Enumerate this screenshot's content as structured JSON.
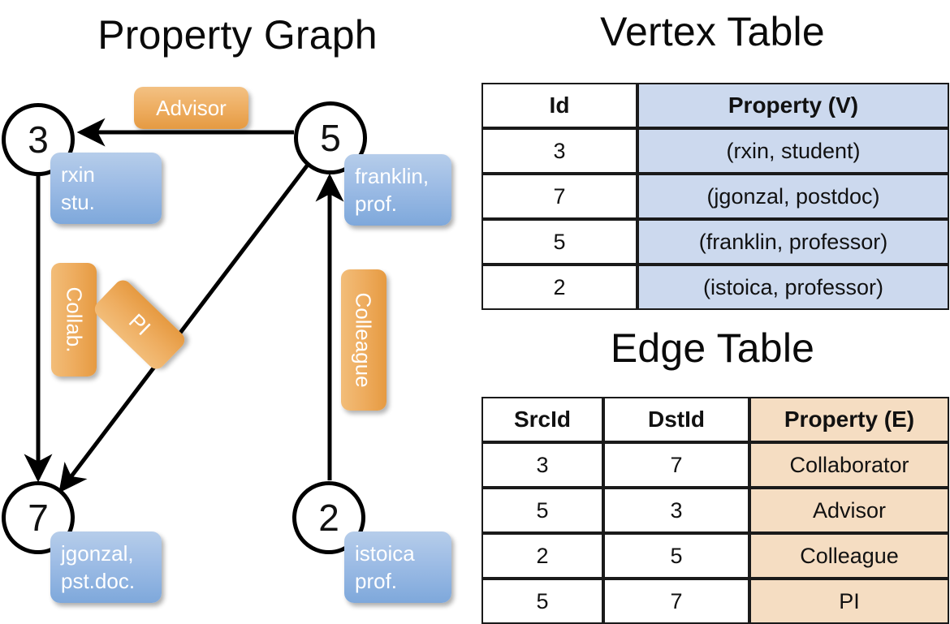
{
  "panels": {
    "graph_title": "Property Graph",
    "vertex_title": "Vertex Table",
    "edge_title": "Edge Table"
  },
  "graph": {
    "nodes": [
      {
        "id": "3",
        "property_lines": [
          "rxin",
          "stu."
        ]
      },
      {
        "id": "5",
        "property_lines": [
          "franklin,",
          "prof."
        ]
      },
      {
        "id": "7",
        "property_lines": [
          "jgonzal,",
          "pst.doc."
        ]
      },
      {
        "id": "2",
        "property_lines": [
          "istoica",
          "prof."
        ]
      }
    ],
    "node_labels": {
      "n3": "3",
      "n5": "5",
      "n7": "7",
      "n2": "2"
    },
    "vertex_props": {
      "rxin_l1": "rxin",
      "rxin_l2": "stu.",
      "franklin_l1": "franklin,",
      "franklin_l2": "prof.",
      "jgonzal_l1": "jgonzal,",
      "jgonzal_l2": "pst.doc.",
      "istoica_l1": "istoica",
      "istoica_l2": "prof."
    },
    "edge_labels": {
      "advisor": "Advisor",
      "collab": "Collab.",
      "pi": "PI",
      "colleague": "Colleague"
    },
    "edges": [
      {
        "from": "5",
        "to": "3",
        "label": "Advisor"
      },
      {
        "from": "3",
        "to": "7",
        "label": "Collab."
      },
      {
        "from": "5",
        "to": "7",
        "label": "PI"
      },
      {
        "from": "2",
        "to": "5",
        "label": "Colleague"
      }
    ]
  },
  "vertex_table": {
    "headers": [
      "Id",
      "Property (V)"
    ],
    "rows": [
      {
        "id": "3",
        "property": "(rxin, student)"
      },
      {
        "id": "7",
        "property": "(jgonzal, postdoc)"
      },
      {
        "id": "5",
        "property": "(franklin, professor)"
      },
      {
        "id": "2",
        "property": "(istoica, professor)"
      }
    ]
  },
  "edge_table": {
    "headers": [
      "SrcId",
      "DstId",
      "Property (E)"
    ],
    "rows": [
      {
        "src": "3",
        "dst": "7",
        "property": "Collaborator"
      },
      {
        "src": "5",
        "dst": "3",
        "property": "Advisor"
      },
      {
        "src": "2",
        "dst": "5",
        "property": "Colleague"
      },
      {
        "src": "5",
        "dst": "7",
        "property": "PI"
      }
    ]
  },
  "colors": {
    "vertex_fill": "#ccd9ee",
    "edge_fill": "#f5ddc2",
    "vertex_box": "#9dbce5",
    "edge_box": "#eead60",
    "stroke": "#000000",
    "background": "#ffffff"
  }
}
